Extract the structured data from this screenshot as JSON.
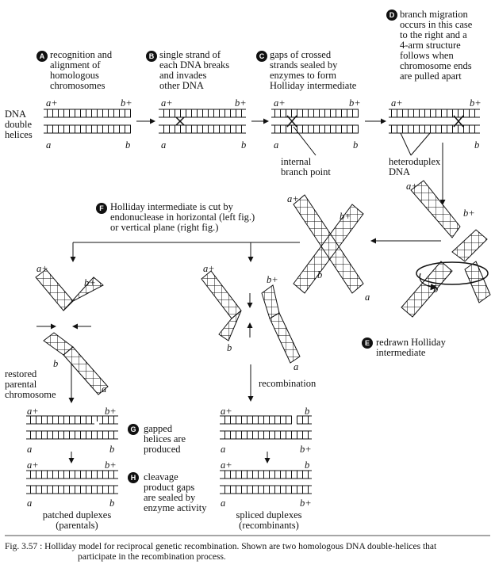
{
  "steps": {
    "A": {
      "badge": "A",
      "text": [
        "recognition and",
        "alignment of",
        "homologous",
        "chromosomes"
      ]
    },
    "B": {
      "badge": "B",
      "text": [
        "single strand of",
        "each DNA breaks",
        "and invades",
        "other DNA"
      ]
    },
    "C": {
      "badge": "C",
      "text": [
        "gaps of crossed",
        "strands sealed by",
        "enzymes to form",
        "Holliday intermediate"
      ]
    },
    "D": {
      "badge": "D",
      "text": [
        "branch migration",
        "occurs in this case",
        "to the right and a",
        "4-arm structure",
        "follows when",
        "chromosome ends",
        "are pulled apart"
      ]
    },
    "E": {
      "badge": "E",
      "text": [
        "redrawn Holliday",
        "intermediate"
      ]
    },
    "F": {
      "badge": "F",
      "text": [
        "Holliday intermediate is cut by",
        "endonuclease in horizontal (left fig.)",
        "or vertical plane (right fig.)"
      ]
    },
    "G": {
      "badge": "G",
      "text": [
        "gapped",
        "helices are",
        "produced"
      ]
    },
    "H": {
      "badge": "H",
      "text": [
        "cleavage",
        "product gaps",
        "are sealed by",
        "enzyme activity"
      ]
    }
  },
  "labels": {
    "dna_double_helices": [
      "DNA",
      "double",
      "helices"
    ],
    "internal_branch_point": [
      "internal",
      "branch point"
    ],
    "heteroduplex_dna": [
      "heteroduplex",
      "DNA"
    ],
    "restored_parental": [
      "restored",
      "parental",
      "chromosome"
    ],
    "recombination": "recombination",
    "patched_duplexes": [
      "patched duplexes",
      "(parentals)"
    ],
    "spliced_duplexes": [
      "spliced duplexes",
      "(recombinants)"
    ]
  },
  "genes": {
    "a_plus": "a+",
    "b_plus": "b+",
    "a": "a",
    "b": "b"
  },
  "caption": {
    "line1": "Fig. 3.57 : Holliday model for reciprocal genetic recombination. Shown are two homologous DNA double-helices that",
    "line2": "participate in the recombination process."
  }
}
